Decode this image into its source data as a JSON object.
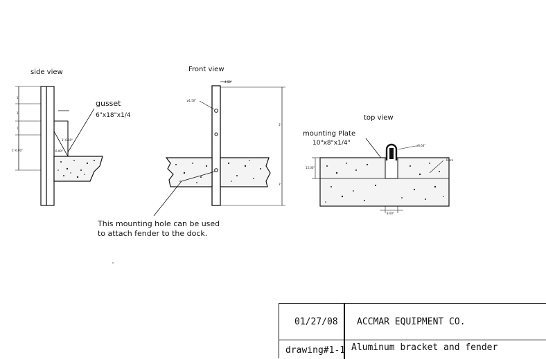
{
  "views": {
    "side": {
      "title": "side view",
      "gusset_label": "gusset",
      "gusset_dims": "6\"x18\"x1/4",
      "dim_small_1": "1'",
      "dim_small_2": "1'",
      "dim_small_3": "1'",
      "dim_angle": "1'-6.00\"",
      "dim_left": "1'-6.00\"",
      "dim_width": "6.00\""
    },
    "front": {
      "title": "Front view",
      "dim_top": "4.50\"",
      "dim_hole": "ø1.50\"",
      "dim_upper": "3'",
      "dim_lower": "3'"
    },
    "top": {
      "title": "top view",
      "plate_label": "mounting Plate",
      "plate_dims": "10\"x8\"x1/4\"",
      "dim_pipe": "ø6.63\"",
      "dock_label": "Dock",
      "dim_left": "15.00\"",
      "dim_bottom": "8.00\""
    }
  },
  "note": {
    "line1": "This mounting hole can be used",
    "line2": "to attach fender to the dock."
  },
  "title_block": {
    "date": "01/27/08",
    "company": "ACCMAR EQUIPMENT CO.",
    "drawing_no": "drawing#1-1",
    "description": "Aluminum bracket and fender"
  }
}
